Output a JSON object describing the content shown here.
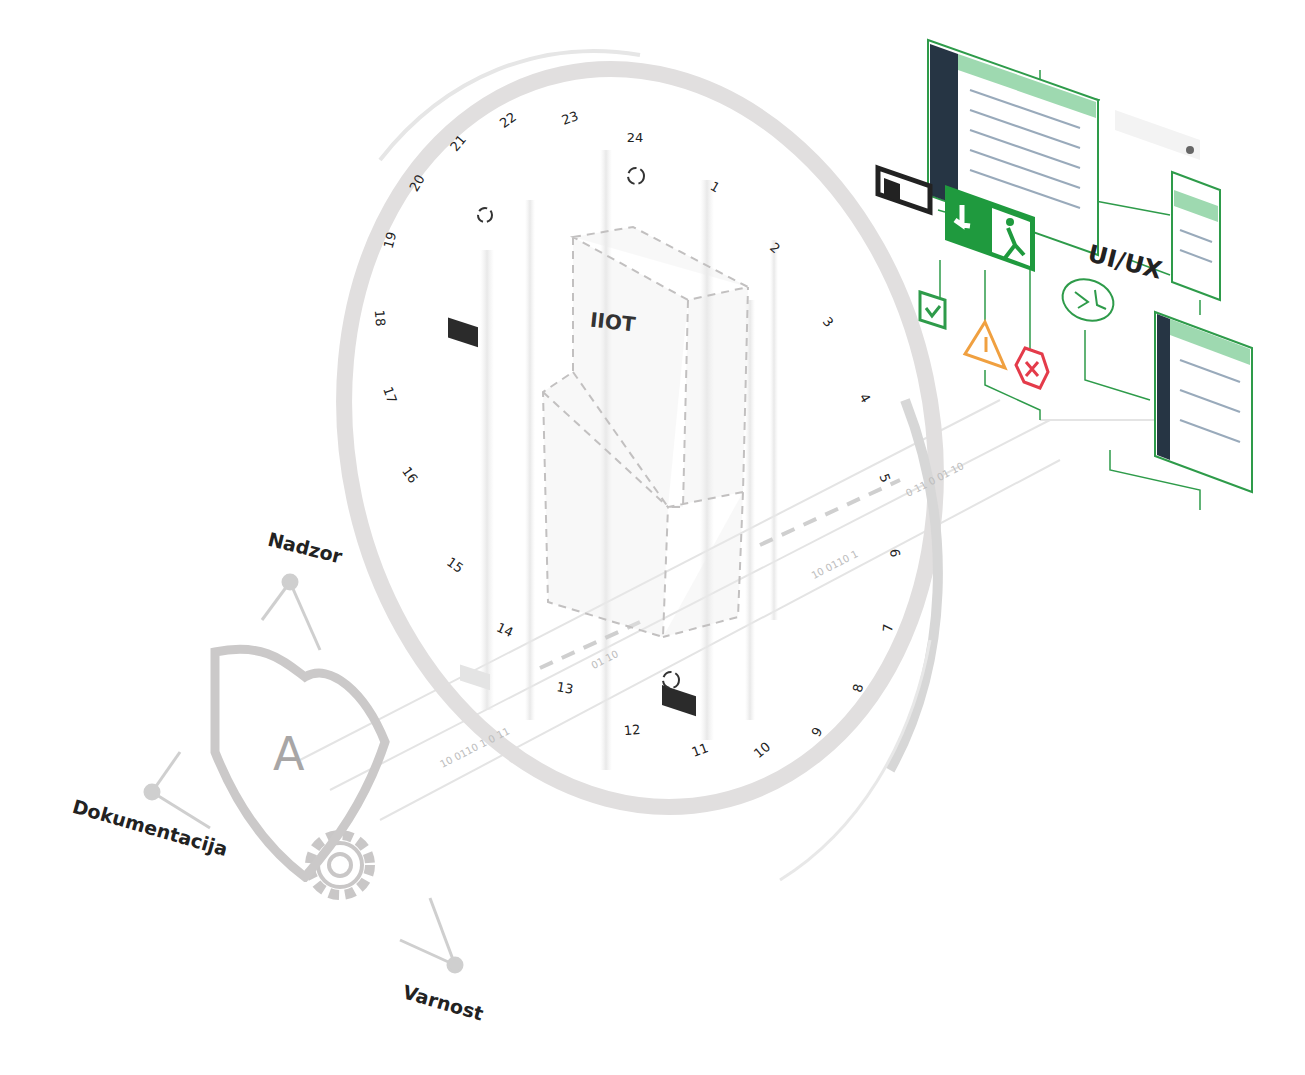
{
  "diagram": {
    "nodes": [
      {
        "text": [
          "IIOT"
        ]
      },
      {
        "text": [
          "A"
        ]
      }
    ],
    "labels": [
      "1",
      "2",
      "3",
      "4",
      "5",
      "6",
      "7",
      "8",
      "9",
      "10",
      "11",
      "12",
      "13",
      "14",
      "15",
      "16",
      "17",
      "18",
      "19",
      "20",
      "21",
      "22",
      "23",
      "24",
      "UI/UX",
      "Nadzor",
      "Dokumentacija",
      "Varnost",
      "10 0110 1 0 11",
      "01 10",
      "10 0110 1",
      "0 11 0 01 10"
    ]
  }
}
